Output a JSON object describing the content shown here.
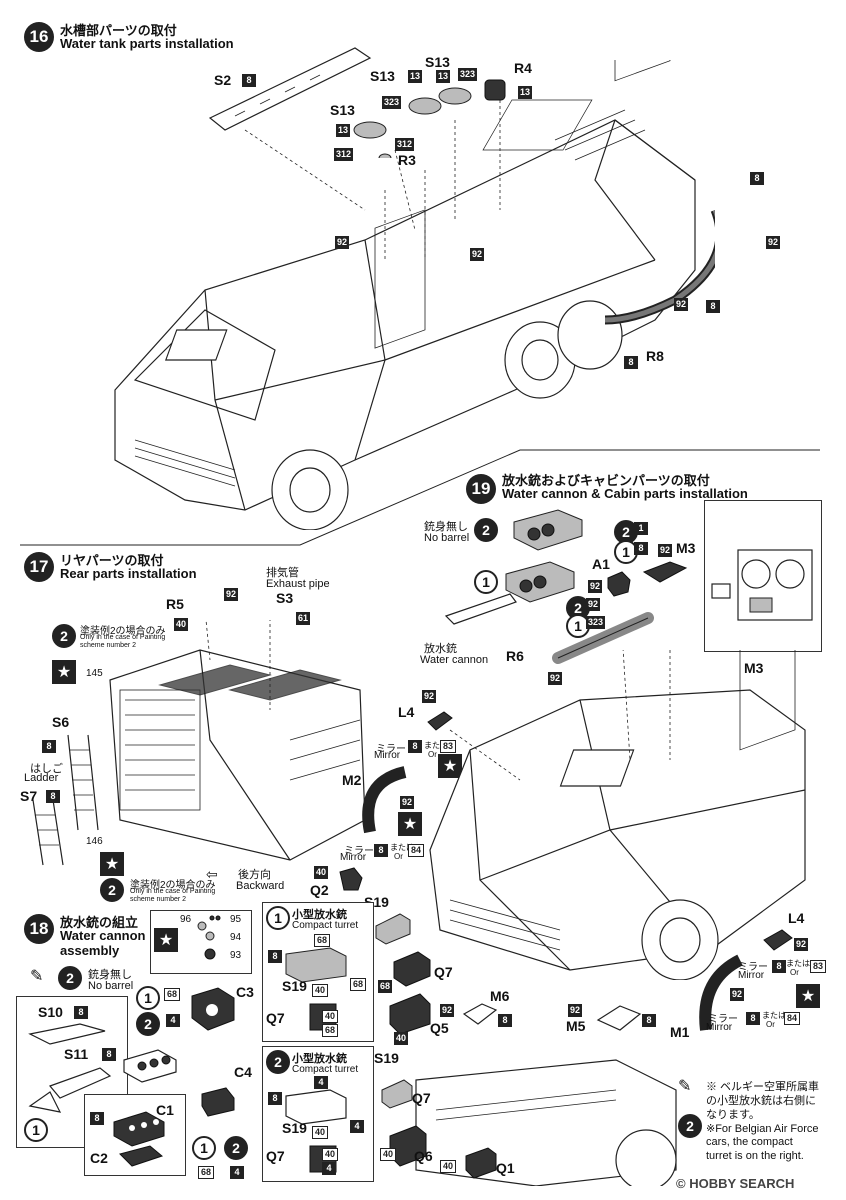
{
  "steps": {
    "s16": {
      "num": "16",
      "jp": "水槽部パーツの取付",
      "en": "Water tank parts installation"
    },
    "s17": {
      "num": "17",
      "jp": "リヤパーツの取付",
      "en": "Rear parts installation"
    },
    "s18": {
      "num": "18",
      "jp": "放水銃の組立",
      "en1": "Water cannon",
      "en2": "assembly"
    },
    "s19": {
      "num": "19",
      "jp": "放水銃およびキャビンパーツの取付",
      "en": "Water cannon & Cabin parts installation"
    }
  },
  "parts16": {
    "S2": "S2",
    "S13a": "S13",
    "S13b": "S13",
    "S13c": "S13",
    "R4": "R4",
    "R3": "R3",
    "R8": "R8",
    "c8": "8",
    "c13": "13",
    "c323": "323",
    "c312": "312",
    "c92": "92"
  },
  "parts17": {
    "R5": "R5",
    "S3": "S3",
    "S6": "S6",
    "S7": "S7",
    "exhaust_jp": "排気管",
    "exhaust_en": "Exhaust pipe",
    "ladder_jp": "はしご",
    "ladder_en": "Ladder",
    "scheme2_jp": "塗装例2の場合のみ",
    "scheme2_en1": "Only in the case of Painting",
    "scheme2_en2": "scheme number 2",
    "scheme2b_jp": "塗装例2の場合のみ",
    "scheme2b_en1": "Only in the case of Painting",
    "scheme2b_en2": "scheme number 2",
    "backward_jp": "後方向",
    "backward_en": "Backward",
    "n145": "145",
    "n146": "146",
    "c92": "92",
    "c40": "40",
    "c61": "61",
    "c8": "8"
  },
  "parts18": {
    "no_barrel_jp": "銃身無し",
    "no_barrel_en": "No barrel",
    "S10": "S10",
    "S11": "S11",
    "C1": "C1",
    "C2": "C2",
    "C3": "C3",
    "C4": "C4",
    "n96": "96",
    "n95": "95",
    "n94": "94",
    "n93": "93",
    "c68": "68",
    "c4": "4",
    "c8": "8"
  },
  "parts19": {
    "no_barrel_jp": "銃身無し",
    "no_barrel_en": "No barrel",
    "cannon_jp": "放水銃",
    "cannon_en": "Water cannon",
    "A1": "A1",
    "M3": "M3",
    "R6": "R6",
    "L4": "L4",
    "M2": "M2",
    "Q2": "Q2",
    "S19": "S19",
    "Q7": "Q7",
    "Q5": "Q5",
    "M6": "M6",
    "M5": "M5",
    "M1": "M1",
    "Q6": "Q6",
    "Q1": "Q1",
    "mirror_jp": "ミラー",
    "mirror_en": "Mirror",
    "or_jp": "または",
    "or_en": "Or",
    "compact_jp": "小型放水銃",
    "compact_en": "Compact turret",
    "note_jp1": "※ ベルギー空軍所属車",
    "note_jp2": "の小型放水銃は右側に",
    "note_jp3": "なります。",
    "note_en1": "※For Belgian Air Force",
    "note_en2": "cars, the compact",
    "note_en3": "turret is on the right.",
    "c1": "1",
    "c8": "8",
    "c92": "92",
    "c323": "323",
    "c83": "83",
    "c84": "84",
    "c40": "40",
    "c68": "68",
    "c4": "4"
  },
  "watermark": "© HOBBY SEARCH"
}
